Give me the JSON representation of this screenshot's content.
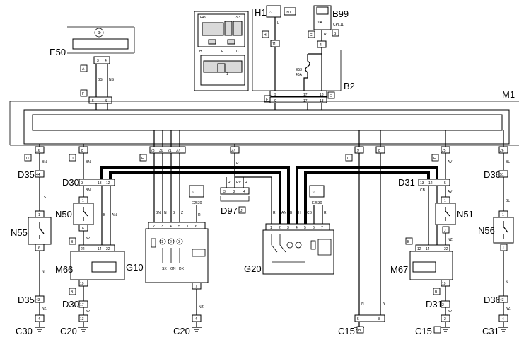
{
  "components": {
    "e50": "E50",
    "h1": "H1",
    "b99": "B99",
    "b2": "B2",
    "m1": "M1",
    "d35a": "D35",
    "d35b": "D35",
    "d30a": "D30",
    "d30b": "D30",
    "d31a": "D31",
    "d31b": "D31",
    "d36a": "D36",
    "d36b": "D36",
    "n50": "N50",
    "n51": "N51",
    "n55": "N55",
    "n56": "N56",
    "m66": "M66",
    "m67": "M67",
    "g10": "G10",
    "g20": "G20",
    "d97": "D97",
    "f49": "F49",
    "e53": "E53",
    "e53_rating": "40A",
    "cpl": "CPL11",
    "int": "INT",
    "b99_rating": "70A"
  },
  "grounds": {
    "c30": "C30",
    "c20a": "C20",
    "c20b": "C20",
    "c15a": "C15",
    "c15b": "C15",
    "c31": "C31",
    "c15a_tag": "B",
    "c15b_tag": "C"
  },
  "tags": {
    "A": "A",
    "B": "B",
    "C": "C",
    "D": "D",
    "E": "E",
    "F": "F",
    "H": "H",
    "I": "I",
    "J": "J",
    "e2530": "E2530"
  },
  "wire_colors": {
    "bn": "BN",
    "bs": "BS",
    "ns": "NS",
    "ls": "LS",
    "nz": "NZ",
    "av": "AV",
    "bl": "BL",
    "cb": "CB",
    "rv": "RV",
    "gn": "GN",
    "b": "B",
    "an": "AN",
    "n": "N",
    "r": "R",
    "l": "L",
    "z": "Z",
    "h": "H"
  },
  "pins": {
    "p1": "1",
    "p2": "2",
    "p3": "3",
    "p4": "4",
    "p5": "5",
    "p6": "6",
    "p7": "7",
    "p8": "8",
    "p9": "9",
    "p11": "11",
    "p12": "12",
    "p13": "13",
    "p14": "14",
    "p16": "16",
    "p17": "17",
    "p18": "18",
    "p19": "19",
    "p21": "21",
    "p22": "22",
    "p25": "25",
    "p26": "26",
    "p27": "27",
    "p28": "28",
    "p30": "30",
    "p37": "37",
    "p43": "43",
    "p44": "44",
    "p51": "51"
  },
  "colors": {
    "line": "#000000",
    "background": "#ffffff",
    "panel": "#d9d9d9"
  }
}
